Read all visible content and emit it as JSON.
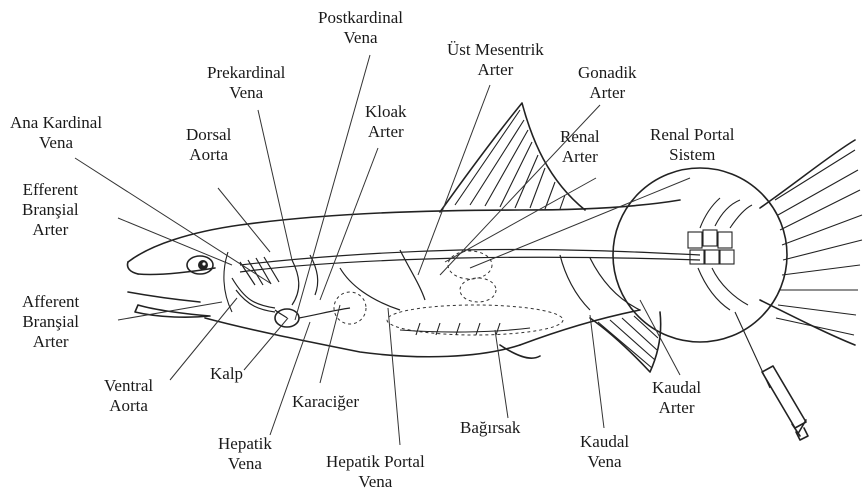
{
  "labels": {
    "postkardinal_vena": [
      "Postkardinal",
      "Vena"
    ],
    "prekardinal_vena": [
      "Prekardinal",
      "Vena"
    ],
    "ust_mesentrik_arter": [
      "Üst Mesentrik",
      "Arter"
    ],
    "gonadik_arter": [
      "Gonadik",
      "Arter"
    ],
    "kloak_arter": [
      "Kloak",
      "Arter"
    ],
    "ana_kardinal_vena": [
      "Ana Kardinal",
      "Vena"
    ],
    "dorsal_aorta": [
      "Dorsal",
      "Aorta"
    ],
    "renal_arter": [
      "Renal",
      "Arter"
    ],
    "renal_portal_sistem": [
      "Renal Portal",
      "Sistem"
    ],
    "efferent_bransial_arter": [
      "Efferent",
      "Branşial",
      "Arter"
    ],
    "afferent_bransial_arter": [
      "Afferent",
      "Branşial",
      "Arter"
    ],
    "ventral_aorta": [
      "Ventral",
      "Aorta"
    ],
    "kalp": [
      "Kalp"
    ],
    "karaciger": [
      "Karaciğer"
    ],
    "hepatik_vena": [
      "Hepatik",
      "Vena"
    ],
    "hepatik_portal_vena": [
      "Hepatik Portal",
      "Vena"
    ],
    "bagirsak": [
      "Bağırsak"
    ],
    "kaudal_vena": [
      "Kaudal",
      "Vena"
    ],
    "kaudal_arter": [
      "Kaudal",
      "Arter"
    ]
  }
}
